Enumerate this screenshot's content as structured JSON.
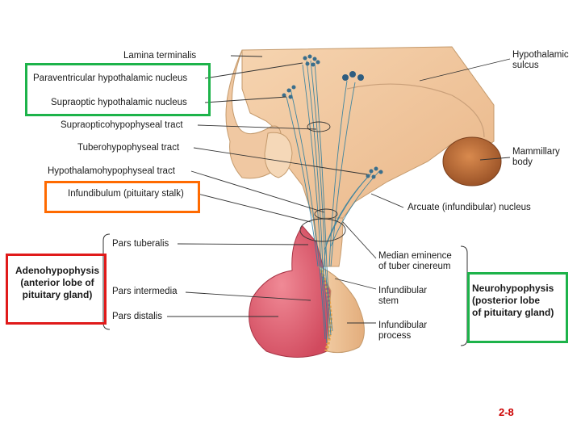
{
  "labels": {
    "lamina_terminalis": "Lamina terminalis",
    "paraventricular": "Paraventricular hypothalamic nucleus",
    "supraoptic": "Supraoptic hypothalamic nucleus",
    "supraopticohypophyseal": "Supraopticohypophyseal tract",
    "tuberohypophyseal": "Tuberohypophyseal tract",
    "hypothalamohypophyseal": "Hypothalamohypophyseal tract",
    "infundibulum": "Infundibulum (pituitary stalk)",
    "pars_tuberalis": "Pars tuberalis",
    "adenohypophysis": "Adenohypophysis\n(anterior lobe of\npituitary gland)",
    "pars_intermedia": "Pars intermedia",
    "pars_distalis": "Pars distalis",
    "hypothalamic_sulcus": "Hypothalamic\nsulcus",
    "mammillary_body": "Mammillary\nbody",
    "arcuate": "Arcuate (infundibular) nucleus",
    "median_eminence": "Median eminence\nof tuber cinereum",
    "infundibular_stem": "Infundibular\nstem",
    "infundibular_process": "Infundibular\nprocess",
    "neurohypophysis": "Neurohypophysis\n(posterior lobe\nof pituitary gland)"
  },
  "page_number": "2-8",
  "colors": {
    "green_highlight": "#1db34a",
    "orange_highlight": "#ff6a00",
    "red_highlight": "#e01a1a",
    "page_number": "#cc0000",
    "brain_tissue": "#f3c9a0",
    "anterior_lobe": "#e8697a",
    "posterior_lobe": "#f1c69a",
    "mammillary": "#c0703a",
    "neuron_fibers": "#2f7fa0"
  }
}
